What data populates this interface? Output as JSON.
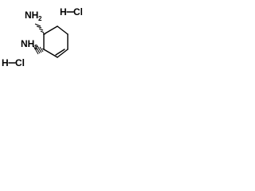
{
  "molecule": {
    "ring_amine_upper": {
      "main": "NH",
      "subscript": "2"
    },
    "ring_amine_lower": {
      "main": "NH",
      "subscript": "2"
    },
    "salt_upper": "H",
    "salt_upper_atom": "Cl",
    "salt_lower": "H",
    "salt_lower_atom": "Cl"
  },
  "colors": {
    "ink": "#000000",
    "background": "#ffffff"
  }
}
